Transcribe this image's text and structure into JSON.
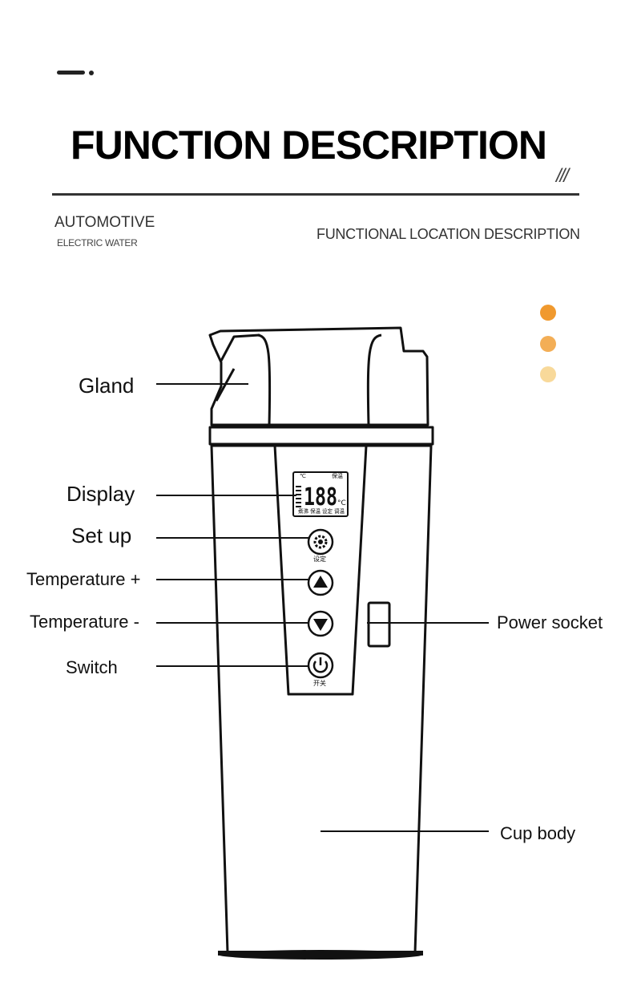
{
  "header": {
    "title": "FUNCTION DESCRIPTION",
    "slashes": "///",
    "left_heading": "AUTOMOTIVE",
    "left_subheading": "ELECTRIC WATER",
    "right_heading": "FUNCTIONAL LOCATION DESCRIPTION"
  },
  "colors": {
    "dot1": "#f0992e",
    "dot2": "#f3ae56",
    "dot3": "#f8d99a",
    "line": "#111111"
  },
  "labels": {
    "gland": "Gland",
    "display": "Display",
    "set_up": "Set up",
    "temp_plus": "Temperature +",
    "temp_minus": "Temperature -",
    "switch": "Switch",
    "power_socket": "Power socket",
    "cup_body": "Cup body"
  },
  "device": {
    "display_digits": "188",
    "display_unit": "°C",
    "display_top_left": "℃",
    "display_top_right": "保温",
    "display_bottom": "煮沸 保温 设定 调温",
    "setup_caption": "设定",
    "switch_caption": "开关"
  }
}
